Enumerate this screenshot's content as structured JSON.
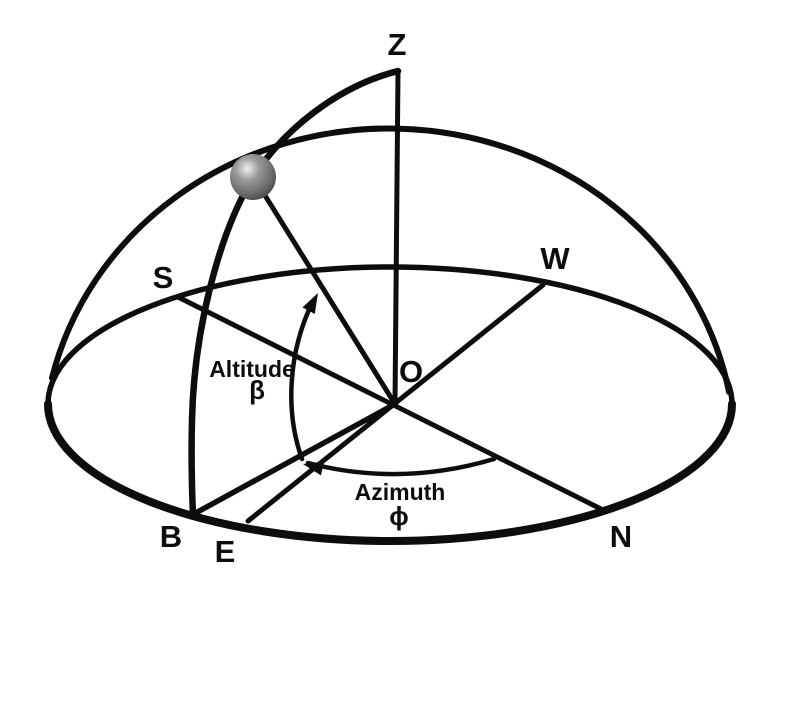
{
  "figure": {
    "description": "Celestial hemisphere diagram showing the altitude and azimuth of a star above the horizon",
    "background_color": "#ffffff",
    "ink_color": "#0d0d0d",
    "labels": {
      "zenith": "Z",
      "south": "S",
      "west": "W",
      "origin": "O",
      "foot_of_vertical_circle": "B",
      "east": "E",
      "north": "N"
    },
    "annotations": {
      "altitude_word": "Altitude",
      "altitude_symbol": "β",
      "azimuth_word": "Azimuth",
      "azimuth_symbol": "ϕ"
    },
    "star_colors": {
      "highlight": "#f0f0f0",
      "body": "#7a7a7a",
      "edge": "#2e2e2e"
    }
  }
}
